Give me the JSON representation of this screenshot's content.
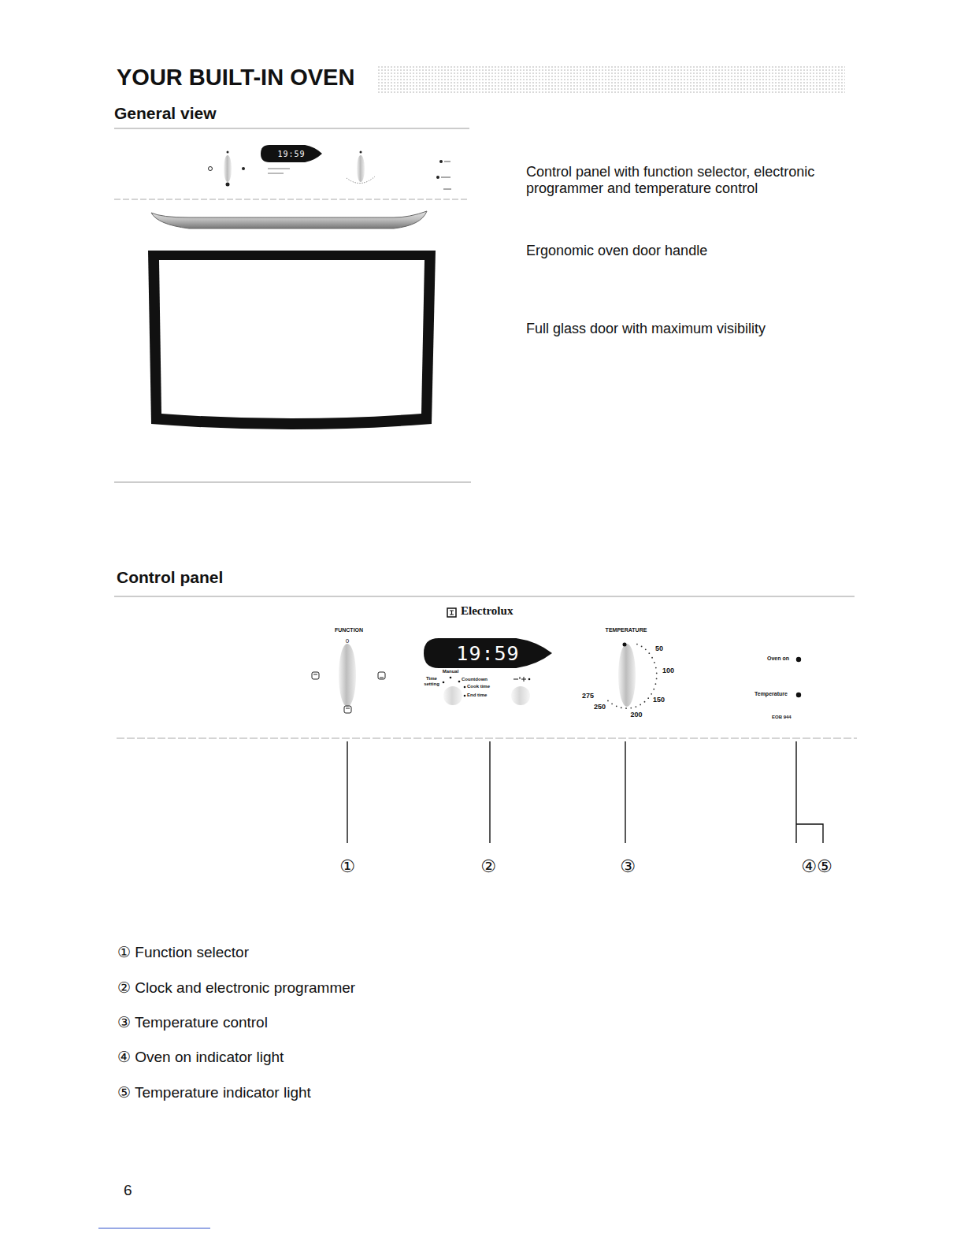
{
  "diagram": {
    "title": "YOUR BUILT-IN OVEN",
    "nodes": [
      {
        "text": [
          "19:59"
        ]
      },
      {
        "text": [
          "19:59"
        ]
      }
    ],
    "labels": [
      "General view",
      "Control panel with function selector, electronic programmer and temperature control",
      "Ergonomic oven door handle",
      "Full glass door with maximum visibility",
      "Control panel",
      "Electrolux",
      "FUNCTION",
      "0",
      "TEMPERATURE",
      "50",
      "100",
      "150",
      "200",
      "250",
      "275",
      "Time setting",
      "Manual",
      "Countdown",
      "Cook time",
      "End time",
      "Oven on",
      "Temperature",
      "EOB 944",
      "①",
      "②",
      "③",
      "④⑤",
      "① Function selector",
      "② Clock and electronic programmer",
      "③ Temperature control",
      "④ Oven on indicator light",
      "⑤ Temperature indicator light",
      "6"
    ]
  }
}
